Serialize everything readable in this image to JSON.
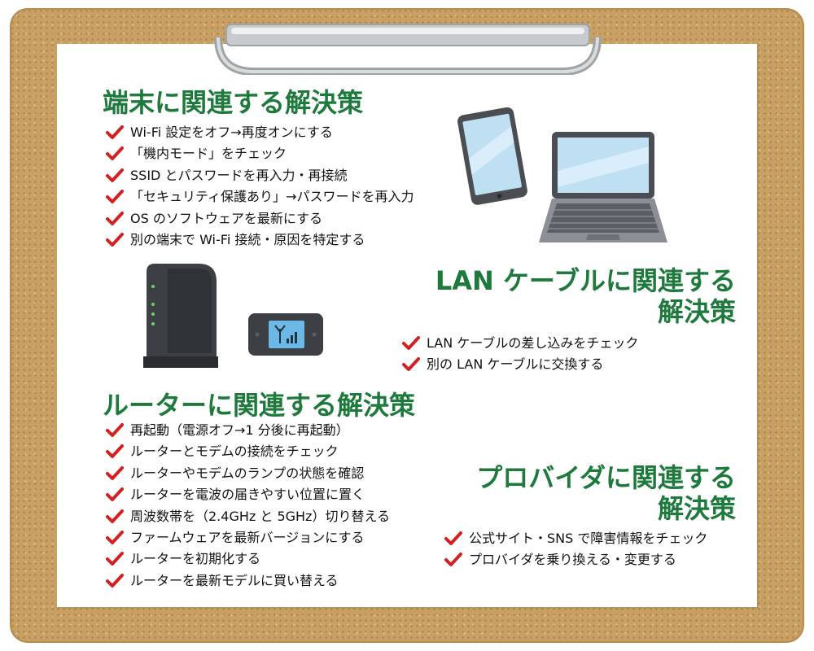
{
  "sections": [
    {
      "title_lines": [
        "端末に関連する解決策"
      ],
      "items": [
        "Wi-Fi 設定をオフ→再度オンにする",
        "「機内モード」をチェック",
        "SSID とパスワードを再入力・再接続",
        "「セキュリティ保護あり」→パスワードを再入力",
        "OS のソフトウェアを最新にする",
        "別の端末で Wi-Fi 接続・原因を特定する"
      ]
    },
    {
      "title_lines": [
        "LAN ケーブルに関連する",
        "解決策"
      ],
      "items": [
        "LAN ケーブルの差し込みをチェック",
        "別の LAN ケーブルに交換する"
      ]
    },
    {
      "title_lines": [
        "ルーターに関連する解決策"
      ],
      "items": [
        "再起動（電源オフ→1 分後に再起動）",
        "ルーターとモデムの接続をチェック",
        "ルーターやモデムのランプの状態を確認",
        "ルーターを電波の届きやすい位置に置く",
        "周波数帯を（2.4GHz と 5GHz）切り替える",
        "ファームウェアを最新バージョンにする",
        "ルーターを初期化する",
        "ルーターを最新モデルに買い替える"
      ]
    },
    {
      "title_lines": [
        "プロバイダに関連する",
        "解決策"
      ],
      "items": [
        "公式サイト・SNS で障害情報をチェック",
        "プロバイダを乗り換える・変更する"
      ]
    }
  ],
  "icons": [
    "clipboard-clip-icon",
    "tablet-icon",
    "laptop-icon",
    "router-icon",
    "mobile-wifi-icon",
    "check-icon"
  ],
  "colors": {
    "title": "#1e7a3c",
    "check": "#d42020",
    "board": "#c9a064",
    "paper": "#ffffff"
  }
}
